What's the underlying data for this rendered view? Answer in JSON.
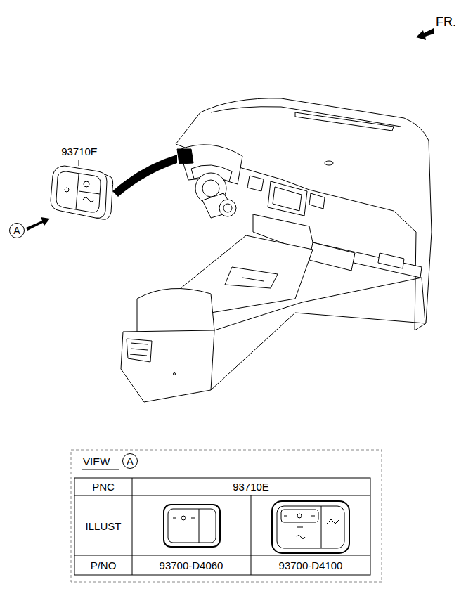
{
  "diagram": {
    "nodes": [
      {
        "text": [
          "A"
        ]
      },
      {
        "text": [
          "A"
        ]
      }
    ],
    "labels": [
      "FR.",
      "93710E",
      "VIEW",
      "PNC",
      "93710E",
      "ILLUST",
      "P/NO",
      "93700-D4060",
      "93700-D4100"
    ]
  }
}
